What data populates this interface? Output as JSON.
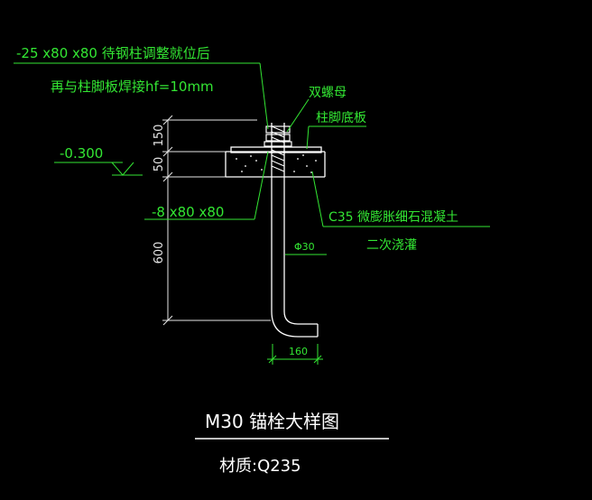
{
  "annotations": {
    "plate_note_line1": "-25 x80 x80 待钢柱调整就位后",
    "plate_note_line2": "再与柱脚板焊接hf=10mm",
    "double_nut": "双螺母",
    "base_plate": "柱脚底板",
    "elevation": "-0.300",
    "washer_plate": "-8 x80 x80",
    "grout_line1": "C35 微膨胀细石混凝土",
    "grout_line2": "二次浇灌",
    "diameter": "Φ30"
  },
  "dimensions": {
    "d150": "150",
    "d50": "50",
    "d600": "600",
    "d160": "160"
  },
  "title": {
    "main": "M30 锚栓大样图",
    "material": "材质:Q235"
  },
  "colors": {
    "background": "#000000",
    "annotation": "#33e633",
    "linework": "#ffffff",
    "dimension": "#e6e6e6"
  }
}
